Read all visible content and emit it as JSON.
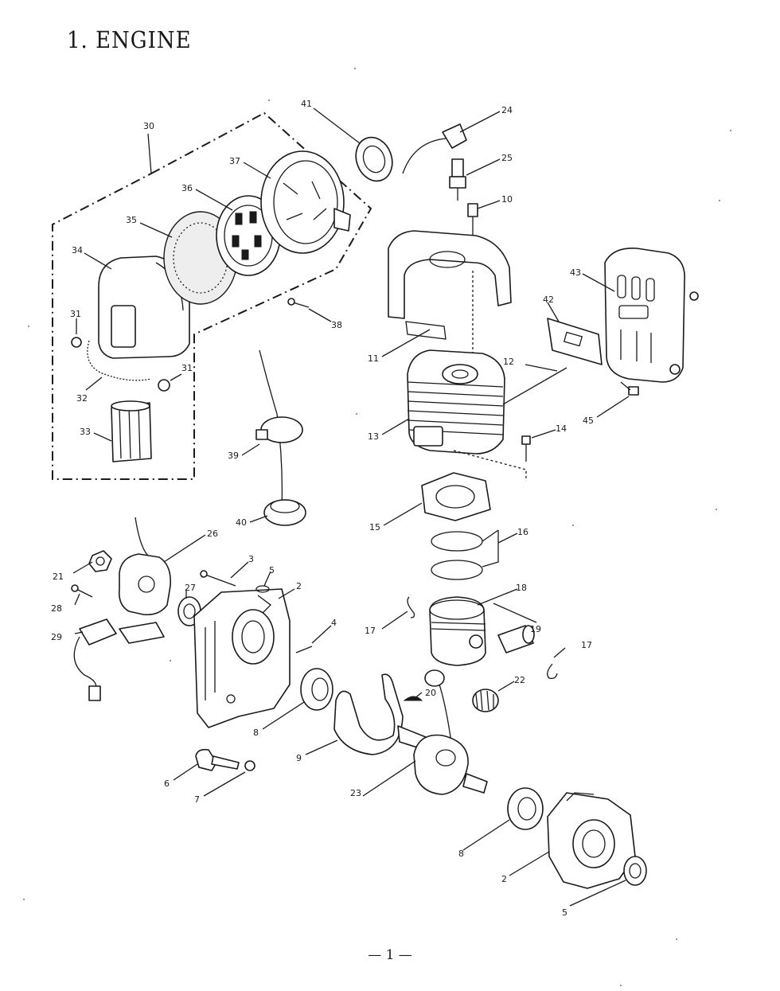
{
  "title": "1. ENGINE",
  "page_number": "— 1 —",
  "callouts": [
    {
      "id": "c30",
      "label": "30"
    },
    {
      "id": "c41",
      "label": "41"
    },
    {
      "id": "c24",
      "label": "24"
    },
    {
      "id": "c37",
      "label": "37"
    },
    {
      "id": "c25",
      "label": "25"
    },
    {
      "id": "c36",
      "label": "36"
    },
    {
      "id": "c35",
      "label": "35"
    },
    {
      "id": "c10",
      "label": "10"
    },
    {
      "id": "c34",
      "label": "34"
    },
    {
      "id": "c43",
      "label": "43"
    },
    {
      "id": "c42",
      "label": "42"
    },
    {
      "id": "c31a",
      "label": "31"
    },
    {
      "id": "c38",
      "label": "38"
    },
    {
      "id": "c11",
      "label": "11"
    },
    {
      "id": "c31b",
      "label": "31"
    },
    {
      "id": "c12",
      "label": "12"
    },
    {
      "id": "c32",
      "label": "32"
    },
    {
      "id": "c13",
      "label": "13"
    },
    {
      "id": "c45",
      "label": "45"
    },
    {
      "id": "c14",
      "label": "14"
    },
    {
      "id": "c33",
      "label": "33"
    },
    {
      "id": "c39",
      "label": "39"
    },
    {
      "id": "c15",
      "label": "15"
    },
    {
      "id": "c40",
      "label": "40"
    },
    {
      "id": "c16",
      "label": "16"
    },
    {
      "id": "c26",
      "label": "26"
    },
    {
      "id": "c21",
      "label": "21"
    },
    {
      "id": "c3",
      "label": "3"
    },
    {
      "id": "c5a",
      "label": "5"
    },
    {
      "id": "c27",
      "label": "27"
    },
    {
      "id": "c2a",
      "label": "2"
    },
    {
      "id": "c18",
      "label": "18"
    },
    {
      "id": "c28",
      "label": "28"
    },
    {
      "id": "c4",
      "label": "4"
    },
    {
      "id": "c17a",
      "label": "17"
    },
    {
      "id": "c19",
      "label": "19"
    },
    {
      "id": "c29",
      "label": "29"
    },
    {
      "id": "c17b",
      "label": "17"
    },
    {
      "id": "c22",
      "label": "22"
    },
    {
      "id": "c20",
      "label": "20"
    },
    {
      "id": "c8a",
      "label": "8"
    },
    {
      "id": "c9",
      "label": "9"
    },
    {
      "id": "c6",
      "label": "6"
    },
    {
      "id": "c7",
      "label": "7"
    },
    {
      "id": "c23",
      "label": "23"
    },
    {
      "id": "c8b",
      "label": "8"
    },
    {
      "id": "c2b",
      "label": "2"
    },
    {
      "id": "c5b",
      "label": "5"
    }
  ]
}
